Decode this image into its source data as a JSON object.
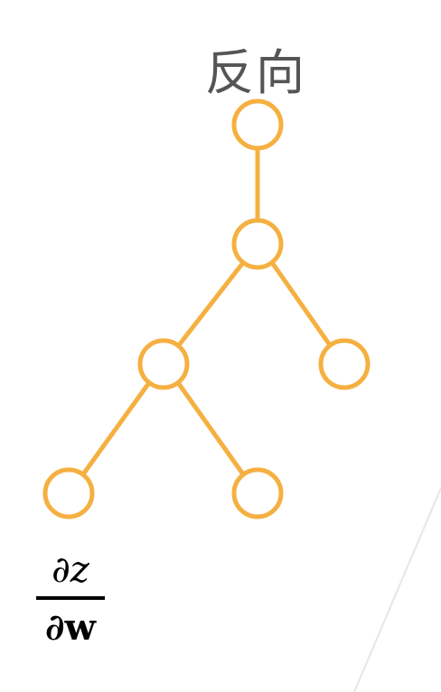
{
  "title": "反向",
  "formula": {
    "numerator": "∂z",
    "denominator_symbol": "∂",
    "denominator_var": "w"
  },
  "tree": {
    "node_color": "#F5B041",
    "edge_color": "#F5B041",
    "nodes": [
      "root",
      "middle",
      "left",
      "right",
      "left-left",
      "left-right"
    ],
    "edges": [
      [
        "root",
        "middle"
      ],
      [
        "middle",
        "left"
      ],
      [
        "middle",
        "right"
      ],
      [
        "left",
        "left-left"
      ],
      [
        "left",
        "left-right"
      ]
    ]
  },
  "decoration": {
    "line_color": "#E6E6E6"
  }
}
